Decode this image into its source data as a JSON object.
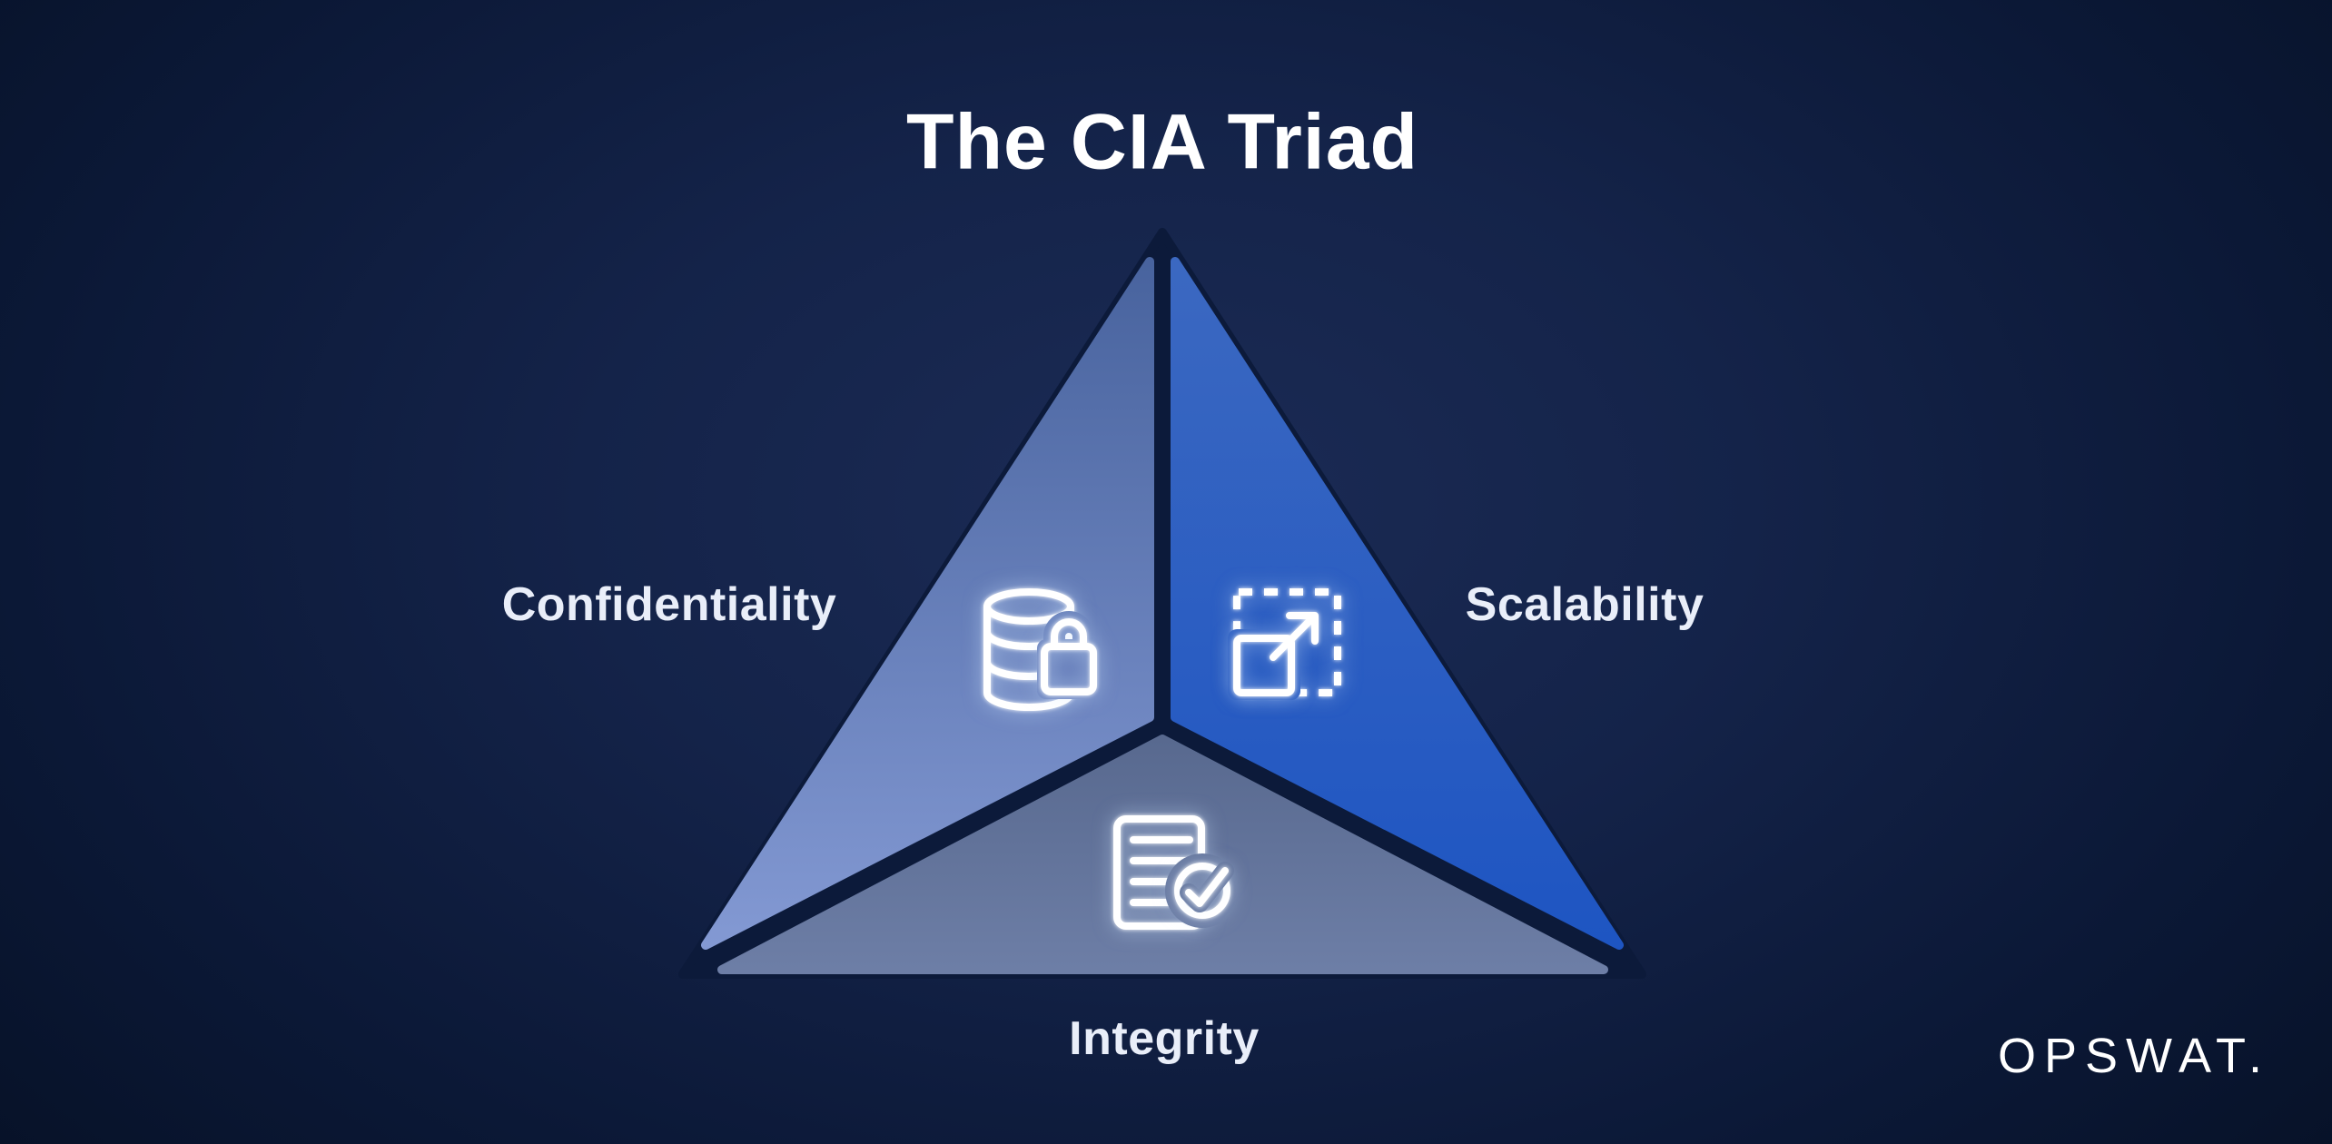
{
  "page": {
    "title": "The CIA Triad"
  },
  "triad": {
    "segments": [
      {
        "label": "Confidentiality",
        "icon": "database-lock-icon",
        "position": "left"
      },
      {
        "label": "Scalability",
        "icon": "expand-scale-icon",
        "position": "right"
      },
      {
        "label": "Integrity",
        "icon": "document-check-icon",
        "position": "bottom"
      }
    ]
  },
  "branding": {
    "logo_text": "OPSWAT."
  },
  "colors": {
    "background_center": "#1b2b55",
    "background_edge": "#071228",
    "divider": "#0c1a3a",
    "title_text": "#ffffff",
    "label_text": "#e9eef9",
    "icon_stroke": "#ffffff",
    "confidentiality_top": "#48639e",
    "confidentiality_bottom": "#8399d3",
    "scalability_top": "#3b68c1",
    "scalability_bottom": "#1e55c2",
    "integrity_top": "#58698f",
    "integrity_bottom": "#6d7ea6"
  }
}
